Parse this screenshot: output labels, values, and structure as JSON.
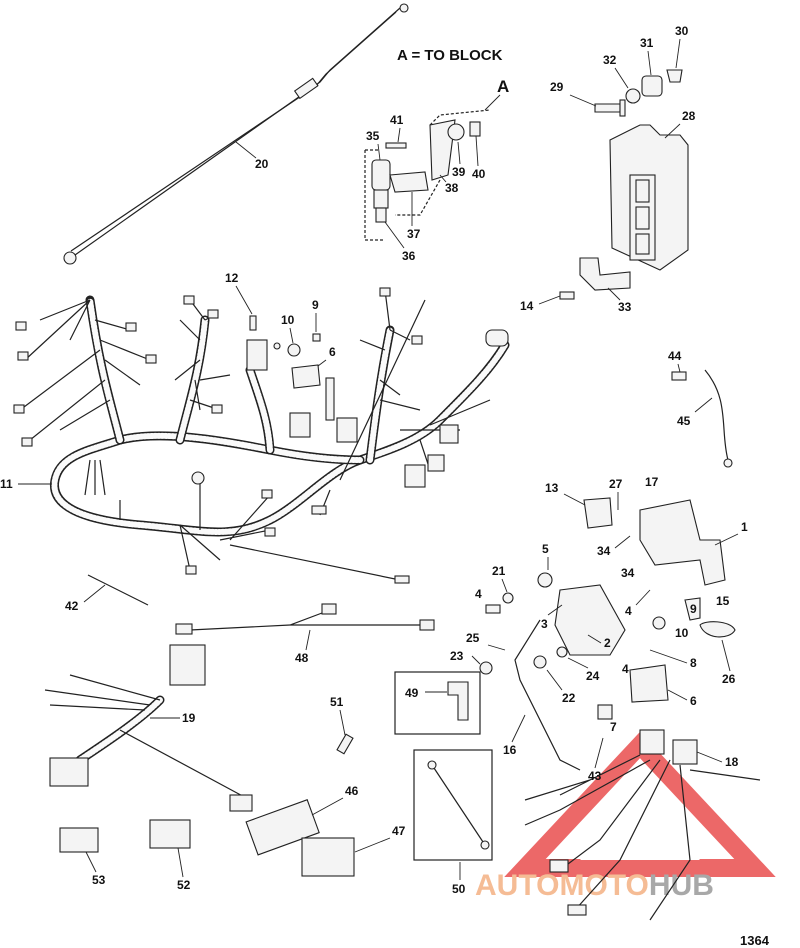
{
  "heading": "A = TO BLOCK",
  "view_letter": "A",
  "figure_number": "1364",
  "watermark": {
    "text_parts": [
      "AUTO",
      "MOTO",
      "HUB"
    ],
    "colors": {
      "auto": "#f4b183",
      "moto": "#f4b183",
      "hub": "#9a9a9a",
      "triangle": "#e94e4e"
    }
  },
  "callouts": [
    {
      "id": "c1",
      "label": "1"
    },
    {
      "id": "c2",
      "label": "2"
    },
    {
      "id": "c3",
      "label": "3"
    },
    {
      "id": "c4a",
      "label": "4"
    },
    {
      "id": "c4b",
      "label": "4"
    },
    {
      "id": "c4c",
      "label": "4"
    },
    {
      "id": "c5",
      "label": "5"
    },
    {
      "id": "c6a",
      "label": "6"
    },
    {
      "id": "c6b",
      "label": "6"
    },
    {
      "id": "c7",
      "label": "7"
    },
    {
      "id": "c8",
      "label": "8"
    },
    {
      "id": "c9a",
      "label": "9"
    },
    {
      "id": "c9b",
      "label": "9"
    },
    {
      "id": "c10a",
      "label": "10"
    },
    {
      "id": "c10b",
      "label": "10"
    },
    {
      "id": "c11",
      "label": "11"
    },
    {
      "id": "c12",
      "label": "12"
    },
    {
      "id": "c13",
      "label": "13"
    },
    {
      "id": "c14",
      "label": "14"
    },
    {
      "id": "c15",
      "label": "15"
    },
    {
      "id": "c16",
      "label": "16"
    },
    {
      "id": "c17",
      "label": "17"
    },
    {
      "id": "c18",
      "label": "18"
    },
    {
      "id": "c19",
      "label": "19"
    },
    {
      "id": "c20",
      "label": "20"
    },
    {
      "id": "c21",
      "label": "21"
    },
    {
      "id": "c22",
      "label": "22"
    },
    {
      "id": "c23",
      "label": "23"
    },
    {
      "id": "c24",
      "label": "24"
    },
    {
      "id": "c25",
      "label": "25"
    },
    {
      "id": "c26",
      "label": "26"
    },
    {
      "id": "c27",
      "label": "27"
    },
    {
      "id": "c28",
      "label": "28"
    },
    {
      "id": "c29",
      "label": "29"
    },
    {
      "id": "c30",
      "label": "30"
    },
    {
      "id": "c31",
      "label": "31"
    },
    {
      "id": "c32",
      "label": "32"
    },
    {
      "id": "c33",
      "label": "33"
    },
    {
      "id": "c34a",
      "label": "34"
    },
    {
      "id": "c34b",
      "label": "34"
    },
    {
      "id": "c35",
      "label": "35"
    },
    {
      "id": "c36",
      "label": "36"
    },
    {
      "id": "c37",
      "label": "37"
    },
    {
      "id": "c38",
      "label": "38"
    },
    {
      "id": "c39",
      "label": "39"
    },
    {
      "id": "c40",
      "label": "40"
    },
    {
      "id": "c41",
      "label": "41"
    },
    {
      "id": "c42",
      "label": "42"
    },
    {
      "id": "c43",
      "label": "43"
    },
    {
      "id": "c44",
      "label": "44"
    },
    {
      "id": "c45",
      "label": "45"
    },
    {
      "id": "c46",
      "label": "46"
    },
    {
      "id": "c47",
      "label": "47"
    },
    {
      "id": "c48",
      "label": "48"
    },
    {
      "id": "c49",
      "label": "49"
    },
    {
      "id": "c50",
      "label": "50"
    },
    {
      "id": "c51",
      "label": "51"
    },
    {
      "id": "c52",
      "label": "52"
    },
    {
      "id": "c53",
      "label": "53"
    }
  ]
}
